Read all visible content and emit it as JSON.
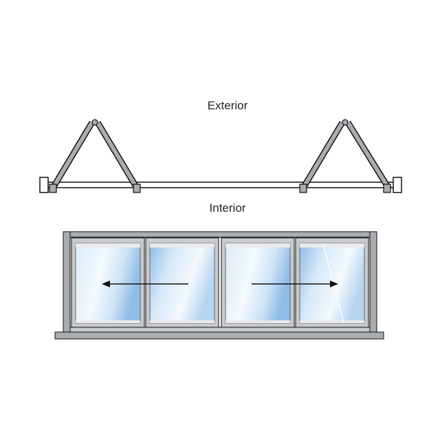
{
  "labels": {
    "exterior": "Exterior",
    "interior": "Interior"
  },
  "colors": {
    "frame": "#a9acb0",
    "frame_dark": "#8e9196",
    "glass_light": "#eaf3fb",
    "glass_blue": "#9fc7ec",
    "outline": "#111111",
    "arrow": "#111111"
  },
  "diagram": {
    "panel_count": 4,
    "sliding_directions": [
      "left",
      "right"
    ],
    "icons": [
      "door-panel-icon",
      "arrow-left-icon",
      "arrow-right-icon",
      "hinge-icon"
    ]
  }
}
